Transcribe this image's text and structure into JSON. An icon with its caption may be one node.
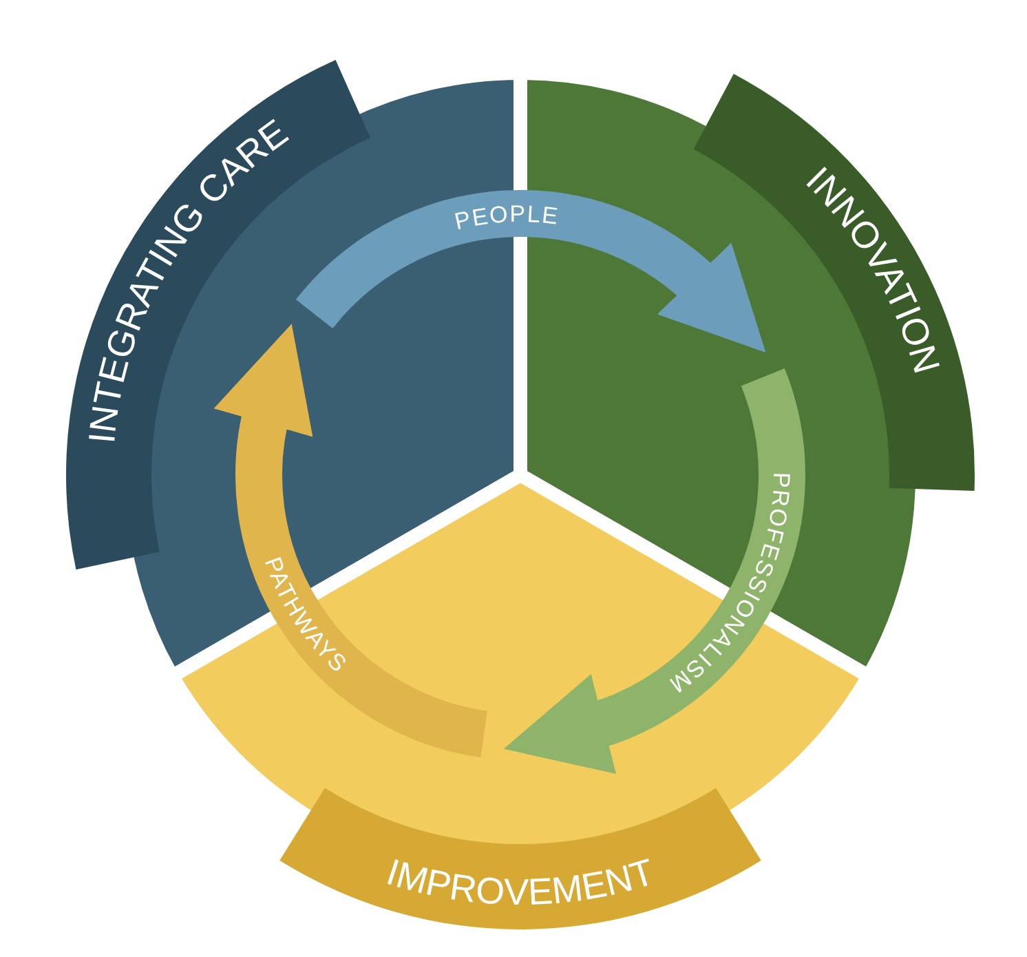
{
  "diagram": {
    "nodes": [
      {
        "text": [
          "INTEGRATING CARE"
        ]
      },
      {
        "text": [
          "INNOVATION"
        ]
      },
      {
        "text": [
          "IMPROVEMENT"
        ]
      }
    ],
    "edges": [
      {
        "from": 0,
        "to": 1,
        "arrow": "to",
        "label": "PEOPLE",
        "color": "#6c9ebb"
      },
      {
        "from": 1,
        "to": 2,
        "arrow": "to",
        "label": "PROFESSIONALISM",
        "color": "#8db46a"
      },
      {
        "from": 2,
        "to": 0,
        "arrow": "to",
        "label": "PATHWAYS",
        "color": "#dfb54c"
      }
    ]
  }
}
